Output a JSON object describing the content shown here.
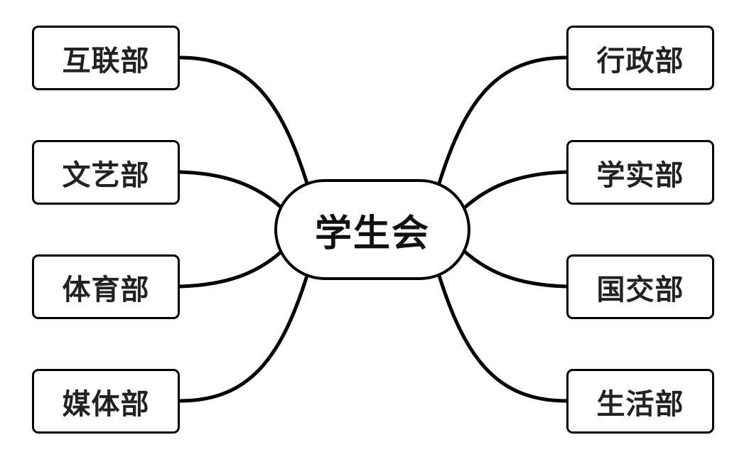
{
  "diagram": {
    "center": {
      "label": "学生会"
    },
    "left_branches": [
      {
        "label": "互联部"
      },
      {
        "label": "文艺部"
      },
      {
        "label": "体育部"
      },
      {
        "label": "媒体部"
      }
    ],
    "right_branches": [
      {
        "label": "行政部"
      },
      {
        "label": "学实部"
      },
      {
        "label": "国交部"
      },
      {
        "label": "生活部"
      }
    ],
    "colors": {
      "stroke": "#000000",
      "text": "#222222",
      "background": "#ffffff"
    }
  }
}
